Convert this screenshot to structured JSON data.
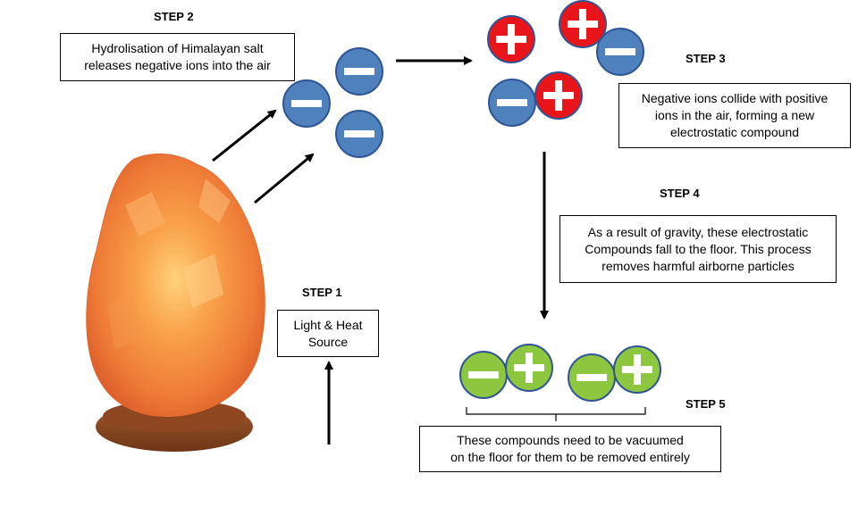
{
  "steps": {
    "step1": {
      "title": "STEP 1",
      "text": "Light & Heat\nSource"
    },
    "step2": {
      "title": "STEP 2",
      "text": "Hydrolisation of Himalayan salt\nreleases negative ions into the air"
    },
    "step3": {
      "title": "STEP 3",
      "text": "Negative ions collide with positive\nions in the air, forming a new\nelectrostatic compound"
    },
    "step4": {
      "title": "STEP 4",
      "text": "As a result of gravity, these electrostatic\nCompounds fall to the floor. This process\nremoves harmful airborne particles"
    },
    "step5": {
      "title": "STEP 5",
      "text": "These compounds need to be vacuumed\non the floor for them to be removed entirely"
    }
  },
  "colors": {
    "negative_ion": "#4f81bd",
    "positive_ion": "#e8151b",
    "compound_ion": "#8dc63f",
    "salt_lamp": "#f08a3c",
    "lamp_base": "#8b4a22"
  }
}
